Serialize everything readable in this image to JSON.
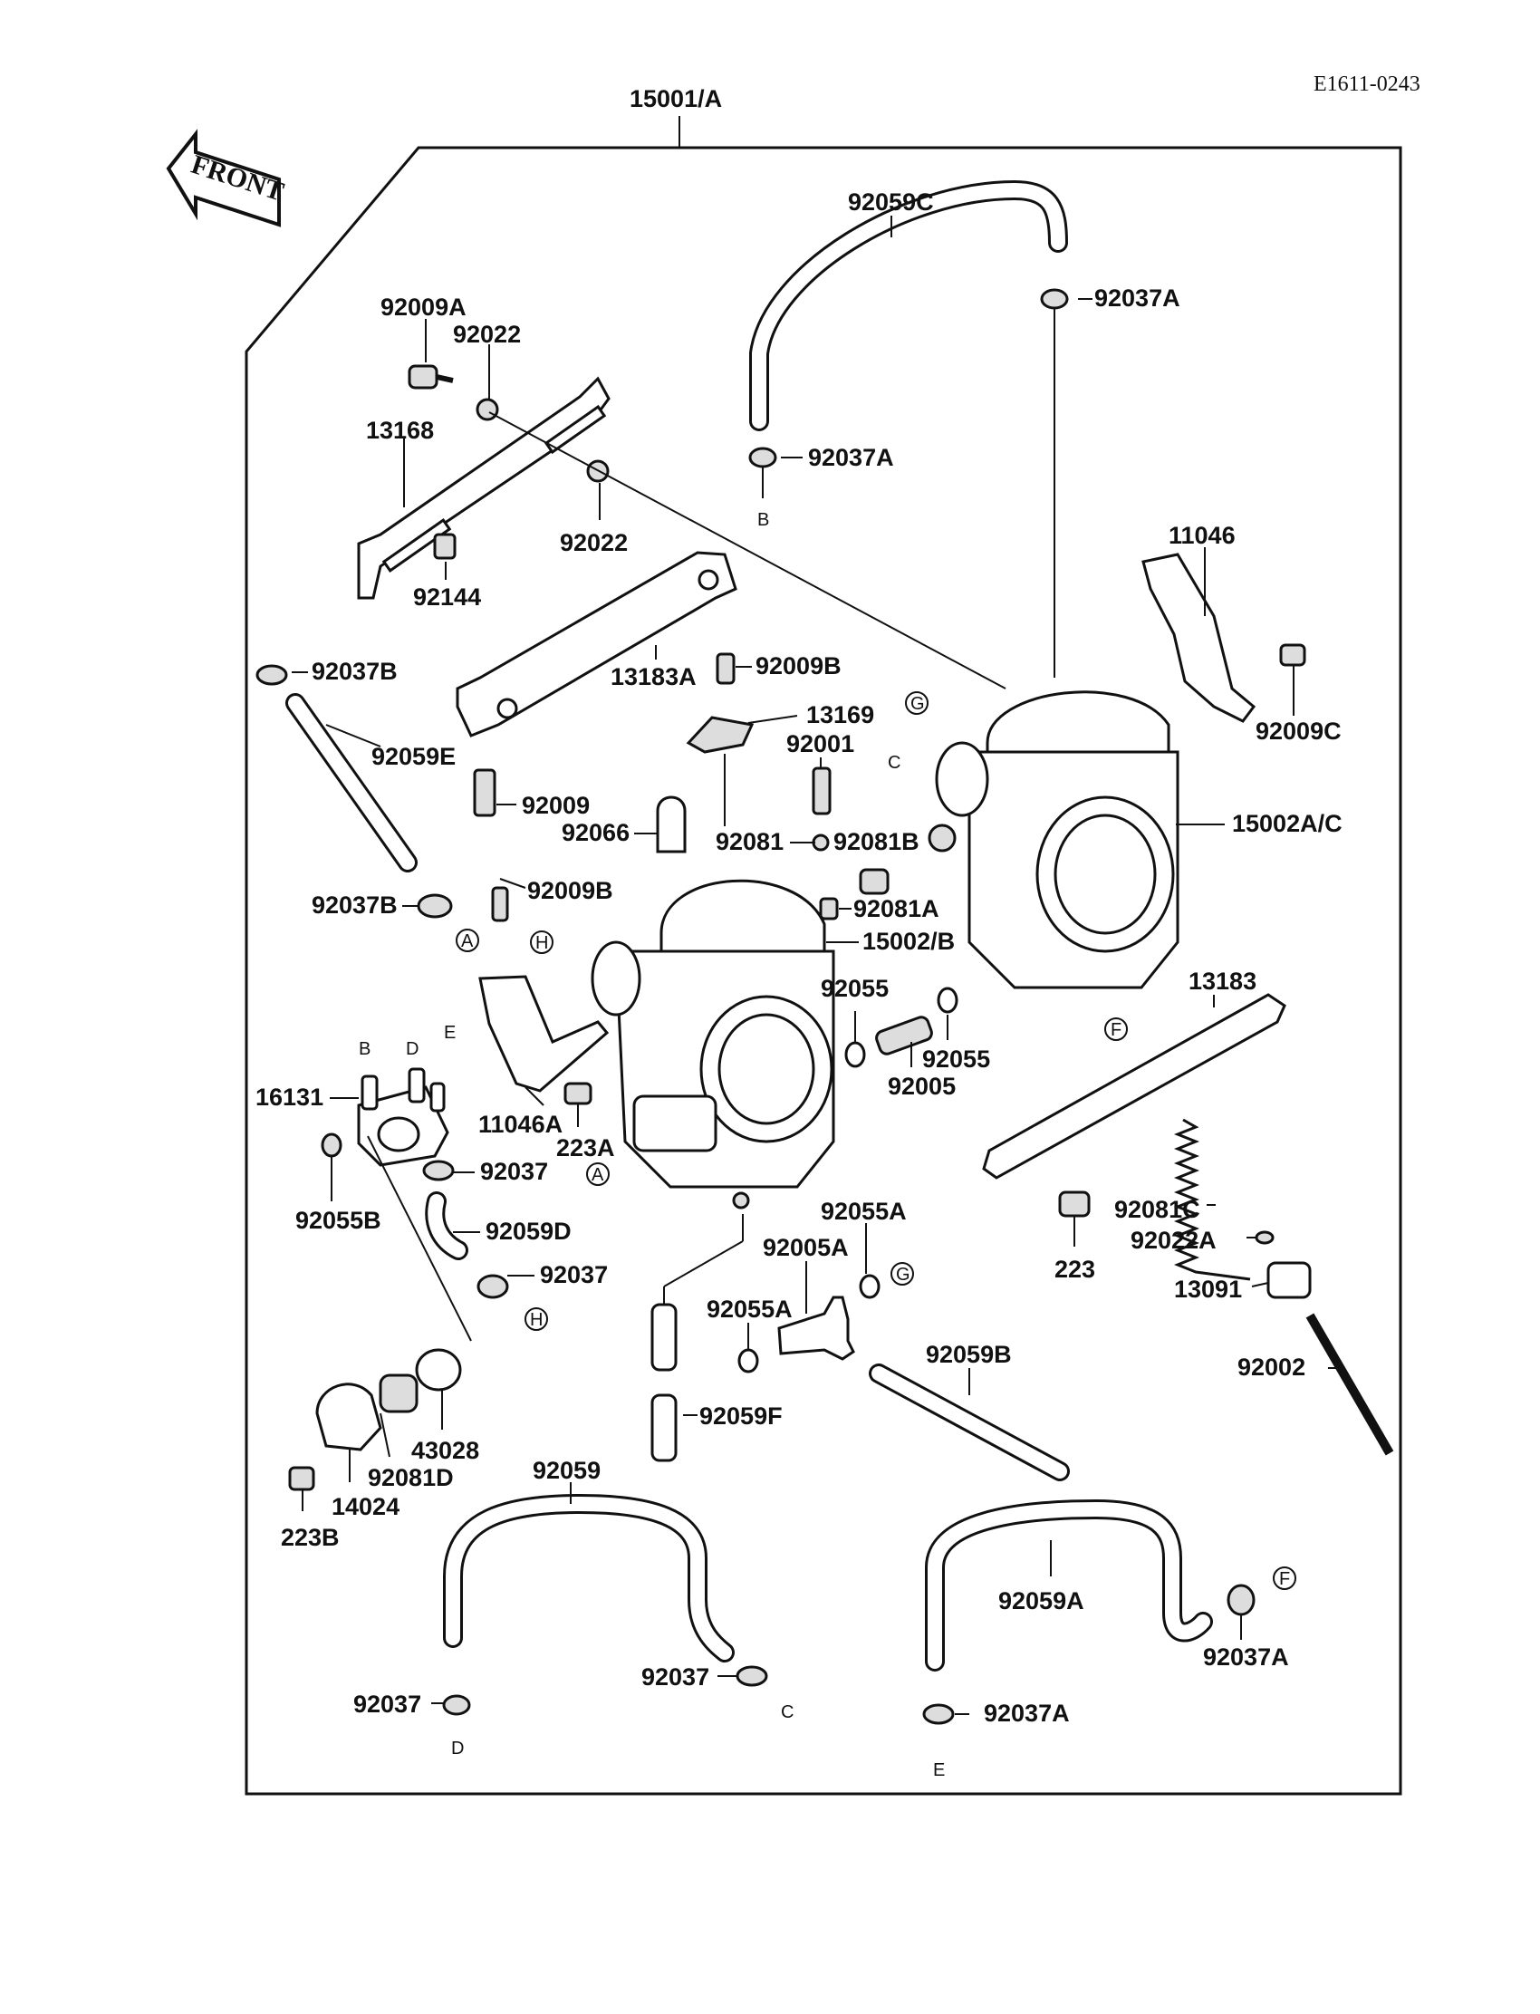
{
  "diagram_code": "E1611-0243",
  "front_label": "FRONT",
  "assembly_label": "15001/A",
  "parts": [
    {
      "id": "p-92059C",
      "text": "92059C"
    },
    {
      "id": "p-92037A-top",
      "text": "92037A"
    },
    {
      "id": "p-92009A",
      "text": "92009A"
    },
    {
      "id": "p-92022-a",
      "text": "92022"
    },
    {
      "id": "p-13168",
      "text": "13168"
    },
    {
      "id": "p-92037A-b",
      "text": "92037A"
    },
    {
      "id": "p-92022-b",
      "text": "92022"
    },
    {
      "id": "p-11046",
      "text": "11046"
    },
    {
      "id": "p-92144",
      "text": "92144"
    },
    {
      "id": "p-92037B-a",
      "text": "92037B"
    },
    {
      "id": "p-13183A",
      "text": "13183A"
    },
    {
      "id": "p-92009B-a",
      "text": "92009B"
    },
    {
      "id": "p-13169",
      "text": "13169"
    },
    {
      "id": "p-92009C",
      "text": "92009C"
    },
    {
      "id": "p-92059E",
      "text": "92059E"
    },
    {
      "id": "p-92001",
      "text": "92001"
    },
    {
      "id": "p-92009",
      "text": "92009"
    },
    {
      "id": "p-15002AC",
      "text": "15002A/C"
    },
    {
      "id": "p-92066",
      "text": "92066"
    },
    {
      "id": "p-92081",
      "text": "92081"
    },
    {
      "id": "p-92081B",
      "text": "92081B"
    },
    {
      "id": "p-92037B-b",
      "text": "92037B"
    },
    {
      "id": "p-92009B-b",
      "text": "92009B"
    },
    {
      "id": "p-92081A",
      "text": "92081A"
    },
    {
      "id": "p-15002B",
      "text": "15002/B"
    },
    {
      "id": "p-13183",
      "text": "13183"
    },
    {
      "id": "p-92055-a",
      "text": "92055"
    },
    {
      "id": "p-92055-b",
      "text": "92055"
    },
    {
      "id": "p-92005",
      "text": "92005"
    },
    {
      "id": "p-16131",
      "text": "16131"
    },
    {
      "id": "p-11046A",
      "text": "11046A"
    },
    {
      "id": "p-223A",
      "text": "223A"
    },
    {
      "id": "p-92037-a",
      "text": "92037"
    },
    {
      "id": "p-92055B",
      "text": "92055B"
    },
    {
      "id": "p-92081C",
      "text": "92081C"
    },
    {
      "id": "p-92055A-a",
      "text": "92055A"
    },
    {
      "id": "p-92059D",
      "text": "92059D"
    },
    {
      "id": "p-223",
      "text": "223"
    },
    {
      "id": "p-92022A",
      "text": "92022A"
    },
    {
      "id": "p-92005A",
      "text": "92005A"
    },
    {
      "id": "p-92037-b",
      "text": "92037"
    },
    {
      "id": "p-13091",
      "text": "13091"
    },
    {
      "id": "p-92055A-b",
      "text": "92055A"
    },
    {
      "id": "p-92059B",
      "text": "92059B"
    },
    {
      "id": "p-92002",
      "text": "92002"
    },
    {
      "id": "p-92059F",
      "text": "92059F"
    },
    {
      "id": "p-43028",
      "text": "43028"
    },
    {
      "id": "p-92081D",
      "text": "92081D"
    },
    {
      "id": "p-14024",
      "text": "14024"
    },
    {
      "id": "p-223B",
      "text": "223B"
    },
    {
      "id": "p-92059",
      "text": "92059"
    },
    {
      "id": "p-92059A",
      "text": "92059A"
    },
    {
      "id": "p-92037A-c",
      "text": "92037A"
    },
    {
      "id": "p-92037-c",
      "text": "92037"
    },
    {
      "id": "p-92037-d",
      "text": "92037"
    },
    {
      "id": "p-92037A-d",
      "text": "92037A"
    }
  ],
  "markers": [
    {
      "id": "m-B-top",
      "text": "B"
    },
    {
      "id": "m-G-top",
      "text": "G"
    },
    {
      "id": "m-C-top",
      "text": "C"
    },
    {
      "id": "m-A-left",
      "text": "A"
    },
    {
      "id": "m-H-left",
      "text": "H"
    },
    {
      "id": "m-F-mid",
      "text": "F"
    },
    {
      "id": "m-B-fitting",
      "text": "B"
    },
    {
      "id": "m-D-fitting",
      "text": "D"
    },
    {
      "id": "m-E-fitting",
      "text": "E"
    },
    {
      "id": "m-A-low",
      "text": "A"
    },
    {
      "id": "m-G-low",
      "text": "G"
    },
    {
      "id": "m-H-low",
      "text": "H"
    },
    {
      "id": "m-F-right",
      "text": "F"
    },
    {
      "id": "m-C-bottom",
      "text": "C"
    },
    {
      "id": "m-D-bottom",
      "text": "D"
    },
    {
      "id": "m-E-bottom",
      "text": "E"
    }
  ]
}
